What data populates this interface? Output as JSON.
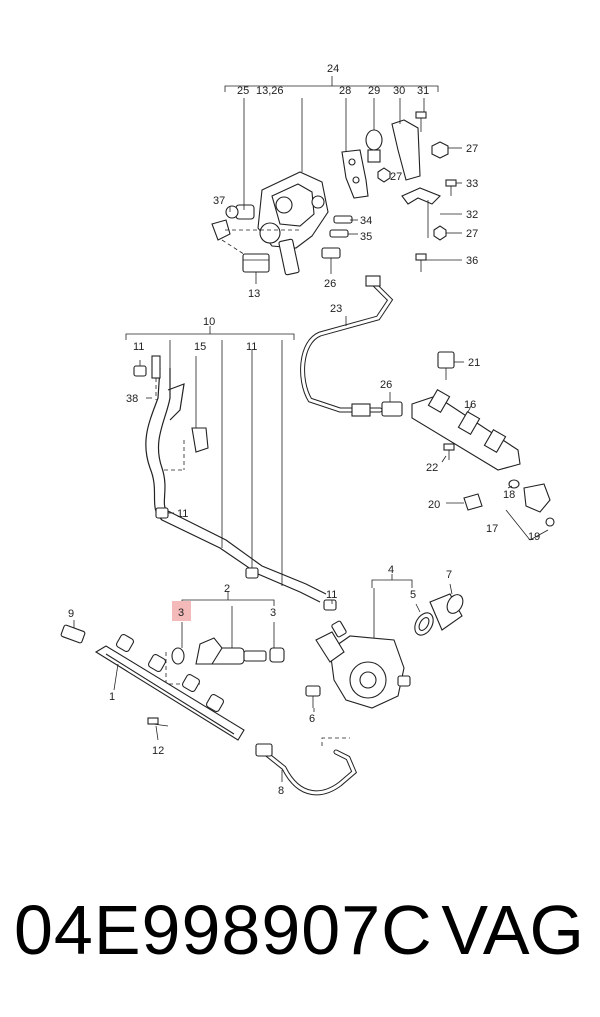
{
  "callouts": {
    "c1": "1",
    "c2": "2",
    "c3a": "3",
    "c3b": "3",
    "c4": "4",
    "c5": "5",
    "c6": "6",
    "c7": "7",
    "c8": "8",
    "c9": "9",
    "c10": "10",
    "c11a": "11",
    "c11b": "11",
    "c11c": "11",
    "c11d": "11",
    "c12": "12",
    "c13a": "13,26",
    "c13b": "13",
    "c15": "15",
    "c16": "16",
    "c17": "17",
    "c18": "18",
    "c19": "19",
    "c20": "20",
    "c21": "21",
    "c22": "22",
    "c23": "23",
    "c24": "24",
    "c25": "25",
    "c26a": "26",
    "c26b": "26",
    "c27a": "27",
    "c27b": "27",
    "c27c": "27",
    "c28": "28",
    "c29": "29",
    "c30": "30",
    "c31": "31",
    "c32": "32",
    "c33": "33",
    "c34": "34",
    "c35": "35",
    "c36": "36",
    "c37": "37",
    "c38": "38"
  },
  "footer": {
    "part_number": "04E998907C",
    "brand": "VAG"
  },
  "highlight_color": "#f4b9b9"
}
